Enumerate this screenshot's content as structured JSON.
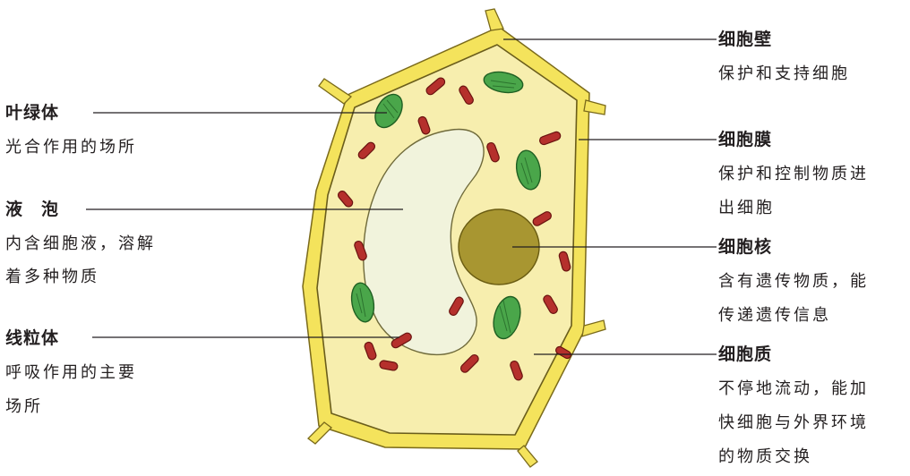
{
  "labels": {
    "wall": {
      "title": "细胞壁",
      "desc": [
        "保护和支持细胞"
      ]
    },
    "chloroplast": {
      "title": "叶绿体",
      "desc": [
        "光合作用的场所"
      ]
    },
    "membrane": {
      "title": "细胞膜",
      "desc": [
        "保护和控制物质进",
        "出细胞"
      ]
    },
    "vacuole": {
      "title": "液　泡",
      "desc": [
        "内含细胞液，溶解",
        "着多种物质"
      ]
    },
    "nucleus": {
      "title": "细胞核",
      "desc": [
        "含有遗传物质，能",
        "传递遗传信息"
      ]
    },
    "mitochondria": {
      "title": "线粒体",
      "desc": [
        "呼吸作用的主要",
        "场所"
      ]
    },
    "cytoplasm": {
      "title": "细胞质",
      "desc": [
        "不停地流动，能加",
        "快细胞与外界环境",
        "的物质交换"
      ]
    }
  },
  "colors": {
    "wall_fill": "#f4e35c",
    "wall_stroke": "#7a6a1a",
    "cytoplasm_fill": "#f7eeae",
    "vacuole_fill": "#f1f3dc",
    "nucleus_fill": "#a89631",
    "chloroplast_fill": "#4aa64a",
    "mitochondria_fill": "#b5302c"
  }
}
